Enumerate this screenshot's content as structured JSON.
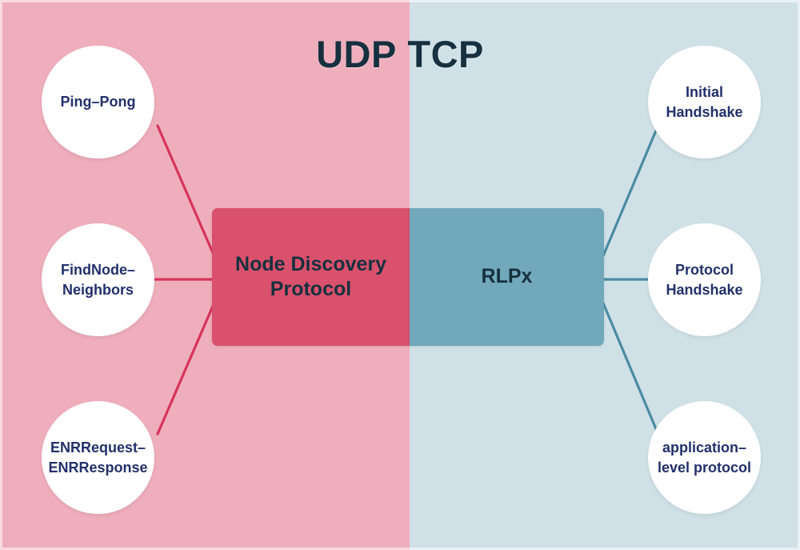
{
  "diagram": {
    "title": "UDP TCP",
    "title_parts": {
      "left": "UDP",
      "right": "TCP"
    },
    "panels": [
      {
        "name": "udp",
        "label": "UDP",
        "color": "#efaebc"
      },
      {
        "name": "tcp",
        "label": "TCP",
        "color": "#cfe1e7"
      }
    ],
    "center_nodes": [
      {
        "name": "node-discovery-protocol",
        "label": "Node Discovery Protocol",
        "color": "#d9516c",
        "panel": "udp"
      },
      {
        "name": "rlpx",
        "label": "RLPx",
        "color": "#72a8bb",
        "panel": "tcp"
      }
    ],
    "left_nodes": [
      {
        "name": "ping-pong",
        "label": "Ping–Pong"
      },
      {
        "name": "findnode-neighbors",
        "label": "FindNode–\nNeighbors"
      },
      {
        "name": "enrrequest-enrresponse",
        "label": "ENRRequest–\nENRResponse"
      }
    ],
    "right_nodes": [
      {
        "name": "initial-handshake",
        "label": "Initial\nHandshake"
      },
      {
        "name": "protocol-handshake",
        "label": "Protocol\nHandshake"
      },
      {
        "name": "application-level-protocol",
        "label": "application–\nlevel protocol"
      }
    ],
    "colors": {
      "udp_panel": "#efaebc",
      "tcp_panel": "#cfe1e7",
      "udp_box": "#d9516c",
      "tcp_box": "#72a8bb",
      "udp_link": "#d6345a",
      "tcp_link": "#4a8ba3",
      "circle_fill": "#ffffff",
      "circle_text": "#22306b",
      "title_text": "#16303f",
      "box_text": "#16303f"
    },
    "links": [
      {
        "name": "link-ping-pong",
        "from": "ping-pong",
        "to": "node-discovery-protocol",
        "color": "#d6345a"
      },
      {
        "name": "link-findnode-neighbors",
        "from": "findnode-neighbors",
        "to": "node-discovery-protocol",
        "color": "#d6345a"
      },
      {
        "name": "link-enrrequest-enrresponse",
        "from": "enrrequest-enrresponse",
        "to": "node-discovery-protocol",
        "color": "#d6345a"
      },
      {
        "name": "link-initial-handshake",
        "from": "rlpx",
        "to": "initial-handshake",
        "color": "#4a8ba3"
      },
      {
        "name": "link-protocol-handshake",
        "from": "rlpx",
        "to": "protocol-handshake",
        "color": "#4a8ba3"
      },
      {
        "name": "link-application-level-protocol",
        "from": "rlpx",
        "to": "application-level-protocol",
        "color": "#4a8ba3"
      }
    ]
  }
}
